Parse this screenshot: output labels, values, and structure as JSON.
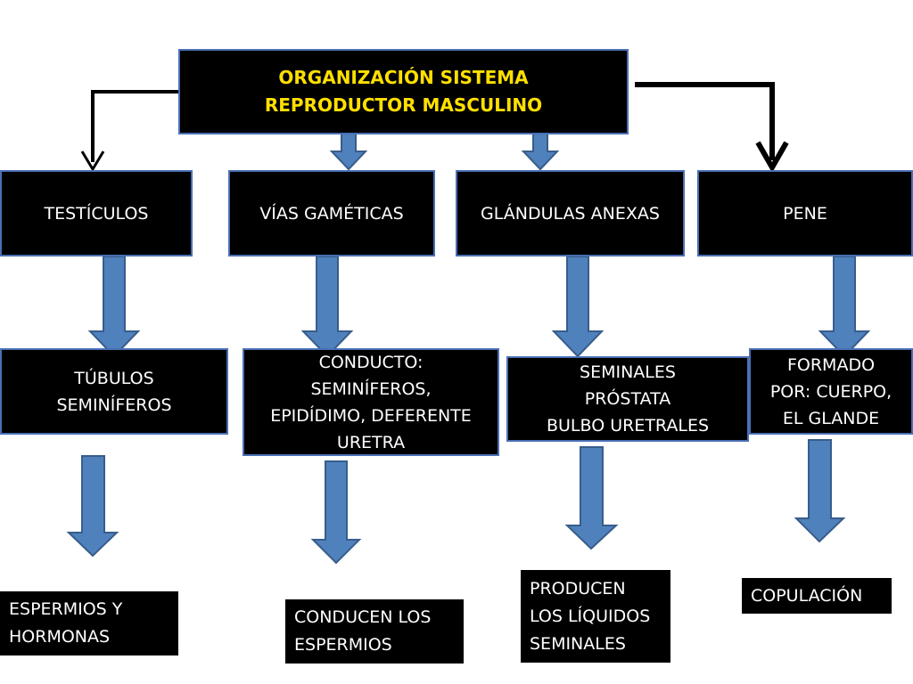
{
  "title": "ORGANIZACIÓN SISTEMA\nREPRODUCTOR MASCULINO",
  "categories": [
    "TESTÍCULOS",
    "VÍAS  GAMÉTICAS",
    "GLÁNDULAS ANEXAS",
    "PENE"
  ],
  "components": [
    "TÚBULOS\nSEMINÍFEROS",
    "CONDUCTO:\nSEMINÍFEROS,\nEPIDÍDIMO, DEFERENTE\nURETRA",
    "SEMINALES\nPRÓSTATA\nBULBO URETRALES",
    "FORMADO\nPOR: CUERPO,\nEL GLANDE"
  ],
  "functions": [
    "ESPERMIOS Y\nHORMONAS",
    "CONDUCEN LOS\nESPERMIOS",
    "PRODUCEN\nLOS LÍQUIDOS\nSEMINALES",
    "COPULACIÓN"
  ],
  "colors": {
    "box_fill": "#000000",
    "box_text": "#ffffff",
    "title_text": "#ffe000",
    "arrow_fill": "#4f81bd",
    "arrow_stroke": "#385d8a",
    "connector": "#000000"
  }
}
